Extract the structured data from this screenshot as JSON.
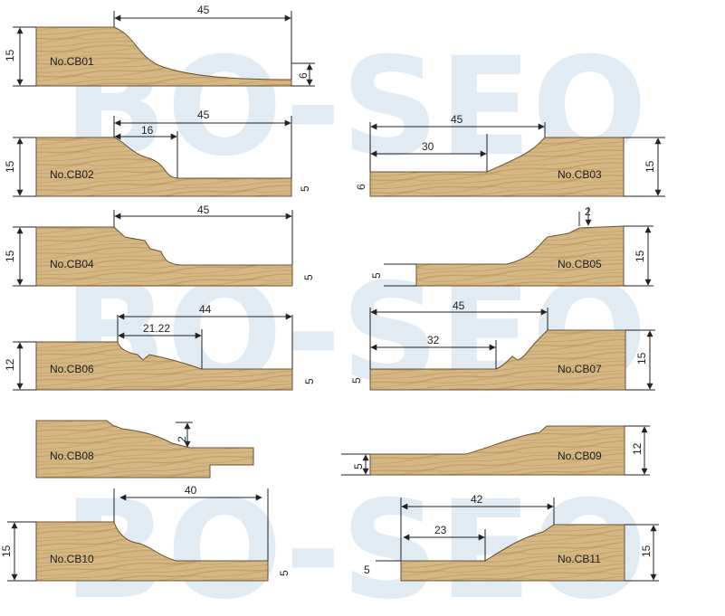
{
  "watermark": "BO-SEO",
  "colors": {
    "wood": "#d2b481",
    "wood_dark": "#b8955c",
    "grain": "#c7a46a",
    "watermark": "#dce8f2",
    "dim": "#222222"
  },
  "profiles": [
    {
      "name": "No.CB01",
      "dims": {
        "width": "45",
        "height": "15",
        "edge": "6"
      }
    },
    {
      "name": "No.CB02",
      "dims": {
        "width": "45",
        "inner": "16",
        "height": "15",
        "edge": "5"
      }
    },
    {
      "name": "No.CB03",
      "dims": {
        "width": "45",
        "inner": "30",
        "height": "15",
        "edge": "6"
      }
    },
    {
      "name": "No.CB04",
      "dims": {
        "width": "45",
        "height": "15",
        "edge": "5"
      }
    },
    {
      "name": "No.CB05",
      "dims": {
        "step": "2",
        "height": "15",
        "edge": "5"
      }
    },
    {
      "name": "No.CB06",
      "dims": {
        "width": "44",
        "inner": "21.22",
        "height": "12",
        "edge": "5"
      }
    },
    {
      "name": "No.CB07",
      "dims": {
        "width": "45",
        "inner": "32",
        "height": "15",
        "edge": "5"
      }
    },
    {
      "name": "No.CB08",
      "dims": {
        "step": "2"
      }
    },
    {
      "name": "No.CB09",
      "dims": {
        "height": "12",
        "edge": "5"
      }
    },
    {
      "name": "No.CB10",
      "dims": {
        "width": "40",
        "height": "15",
        "edge": "5"
      }
    },
    {
      "name": "No.CB11",
      "dims": {
        "width": "42",
        "inner": "23",
        "height": "15",
        "edge": "5"
      }
    }
  ]
}
